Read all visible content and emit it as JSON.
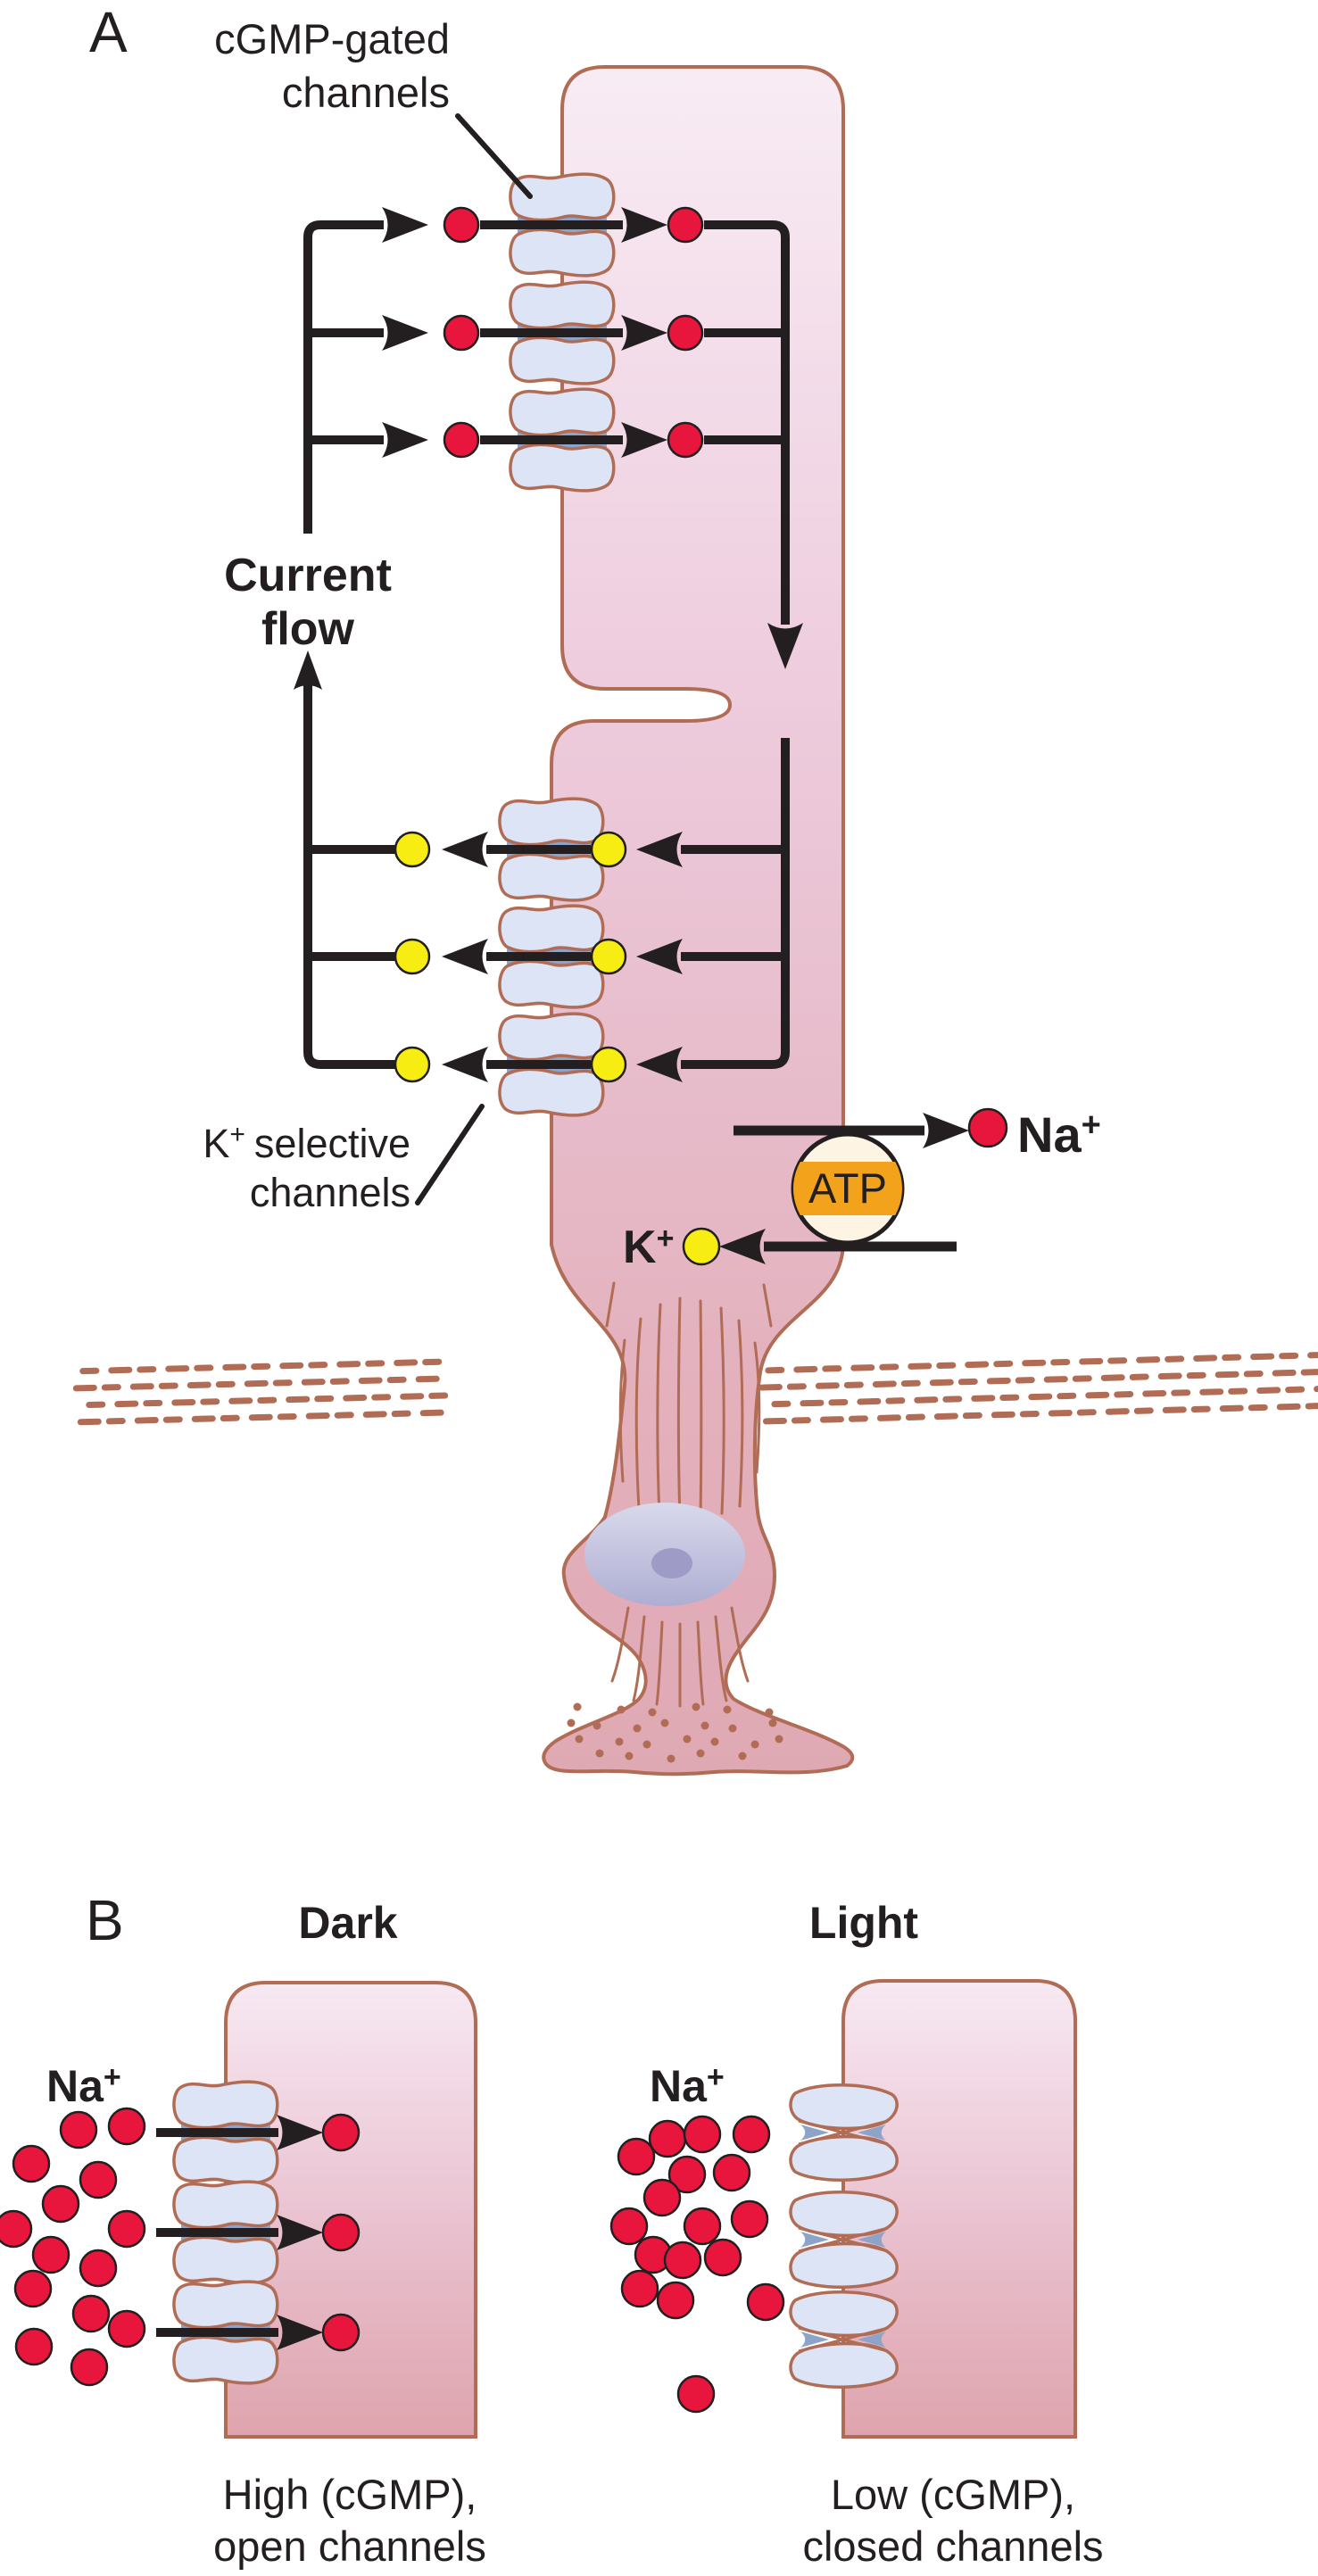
{
  "figure": {
    "subject": "photoreceptor dark current diagram",
    "panels": [
      "A",
      "B"
    ]
  },
  "labels": {
    "panel_a": "A",
    "panel_b": "B",
    "cgmp_channels_line1": "cGMP-gated",
    "cgmp_channels_line2": "channels",
    "current_flow_line1": "Current",
    "current_flow_line2": "flow",
    "k_selective_base": "K",
    "k_selective_sup": "+",
    "k_selective_rest": "selective",
    "k_selective_line2": "channels",
    "na_base": "Na",
    "na_sup": "+",
    "k_base": "K",
    "k_sup": "+",
    "atp": "ATP",
    "dark_header": "Dark",
    "light_header": "Light",
    "high_caption_line1": "High (cGMP),",
    "high_caption_line2": "open channels",
    "low_caption_line1": "Low (cGMP),",
    "low_caption_line2": "closed channels"
  },
  "ion_legend": {
    "red_circle": "Na+",
    "yellow_circle": "K+"
  },
  "panelA": {
    "cgmp_channel_count": 3,
    "k_selective_channel_count": 3,
    "pump_label": "ATP",
    "pump_exports": "Na+",
    "pump_imports": "K+"
  },
  "panelB": {
    "dark": {
      "channel_state": "open",
      "na_outside_count": 14,
      "na_entering_count": 3,
      "na_inside_count": 3
    },
    "light": {
      "channel_state": "closed",
      "na_outside_count": 17,
      "na_inside_count": 0,
      "closed_channel_count": 3
    }
  },
  "colors": {
    "ink": "#231f20",
    "outline": "#b06c55",
    "red": "#e8163c",
    "yellow": "#f8ed12",
    "channel": "#dde4f5",
    "channelband": "#8da4c8",
    "cream": "#fdf4e4",
    "orange": "#f2a31b",
    "nucleolus": "#9e9bc6",
    "cell_top": "#f8ecf4",
    "cell_bottom": "#dfa9b4"
  }
}
